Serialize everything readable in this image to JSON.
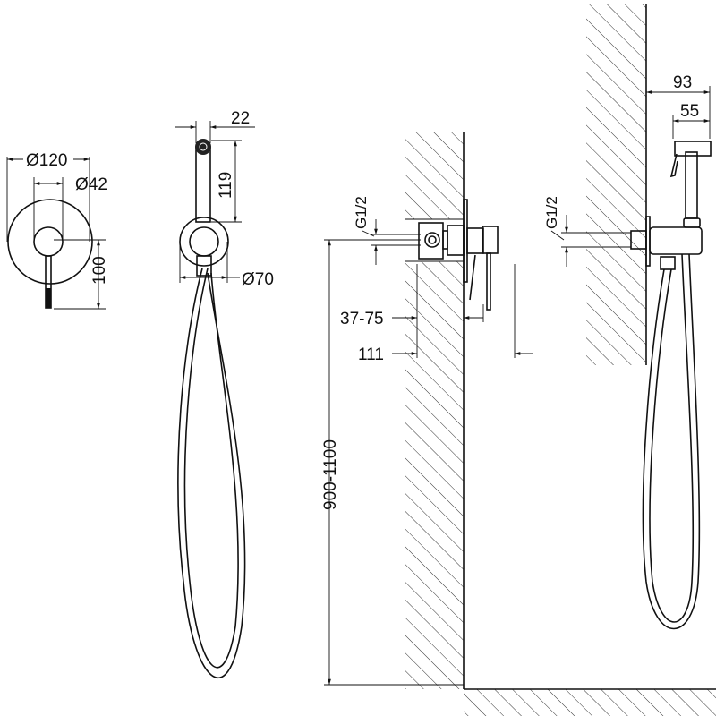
{
  "drawing": {
    "front_mixer": {
      "dia_plate": "Ø120",
      "dia_handle": "Ø42",
      "lever_length": "100"
    },
    "front_sprayer": {
      "head_width": "22",
      "head_height": "119",
      "dia_holder": "Ø70"
    },
    "side_mixer": {
      "thread": "G1/2",
      "depth_range": "37-75",
      "total_depth": "111",
      "install_height": "900-1100"
    },
    "side_sprayer": {
      "thread": "G1/2",
      "projection": "93",
      "head_projection": "55"
    }
  },
  "colors": {
    "line": "#111111",
    "background": "#ffffff"
  }
}
